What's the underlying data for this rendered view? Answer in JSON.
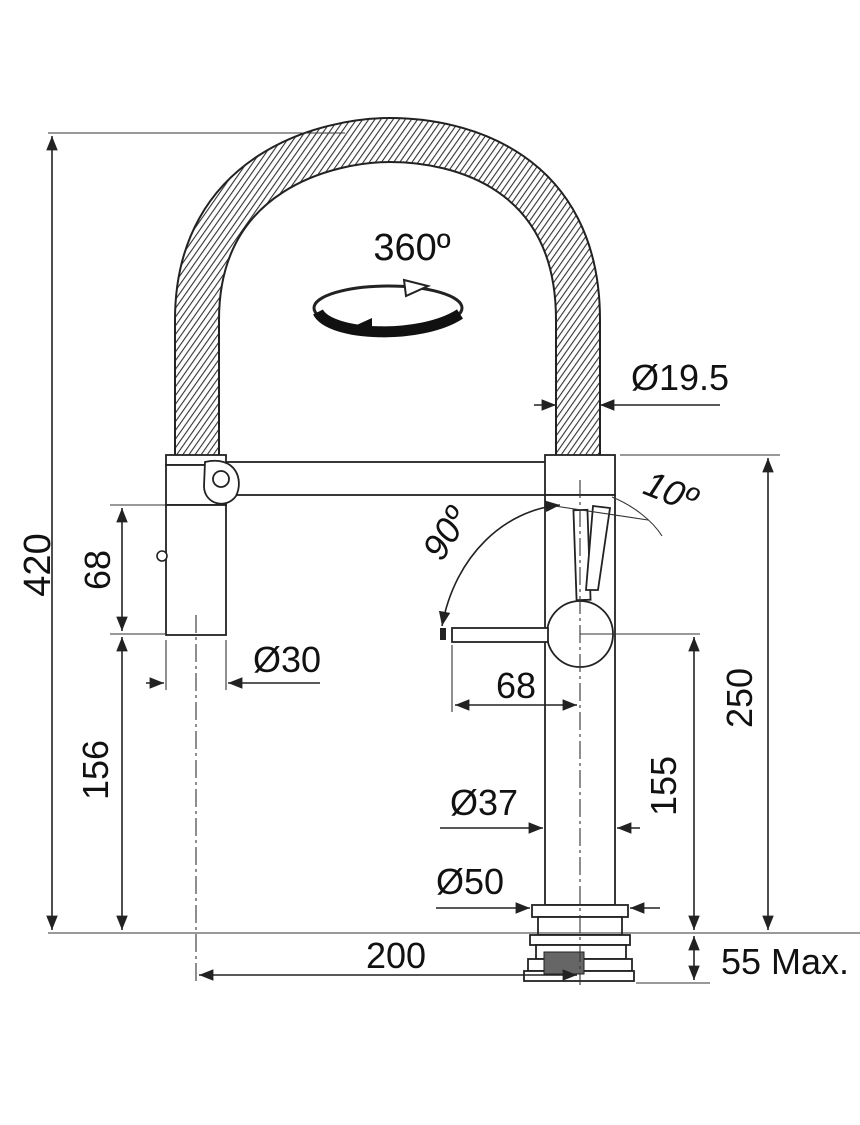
{
  "diagram": {
    "labels": {
      "total_height": "420",
      "rotation": "360º",
      "hose_diameter": "Ø19.5",
      "handle_tilt": "10º",
      "lever_angle": "90º",
      "holder_length": "68",
      "holder_diameter": "Ø30",
      "holder_height": "156",
      "lever_reach": "68",
      "lever_height": "155",
      "body_height": "250",
      "body_diameter": "Ø37",
      "base_diameter": "Ø50",
      "reach": "200",
      "deck_thickness": "55 Max."
    },
    "colors": {
      "ink": "#222222",
      "background": "#ffffff"
    }
  }
}
